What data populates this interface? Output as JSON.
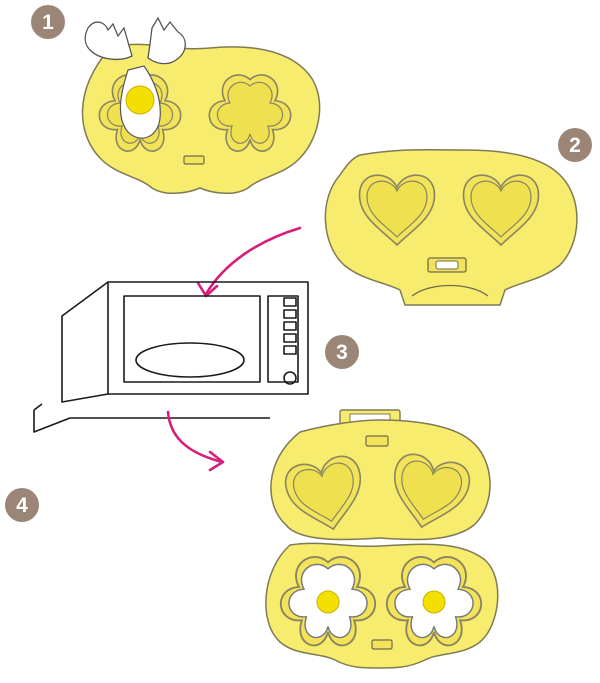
{
  "steps": [
    {
      "number": "1"
    },
    {
      "number": "2"
    },
    {
      "number": "3"
    },
    {
      "number": "4"
    }
  ],
  "colors": {
    "badge": "#9b8577",
    "mold_yellow": "#f7ec6e",
    "yolk": "#f4e000",
    "arrow": "#d61f7a"
  },
  "icons": [
    "egg-crack-icon",
    "egg-mold-flower",
    "egg-mold-heart",
    "microwave-icon",
    "arrow-icon",
    "fried-egg-flower"
  ]
}
